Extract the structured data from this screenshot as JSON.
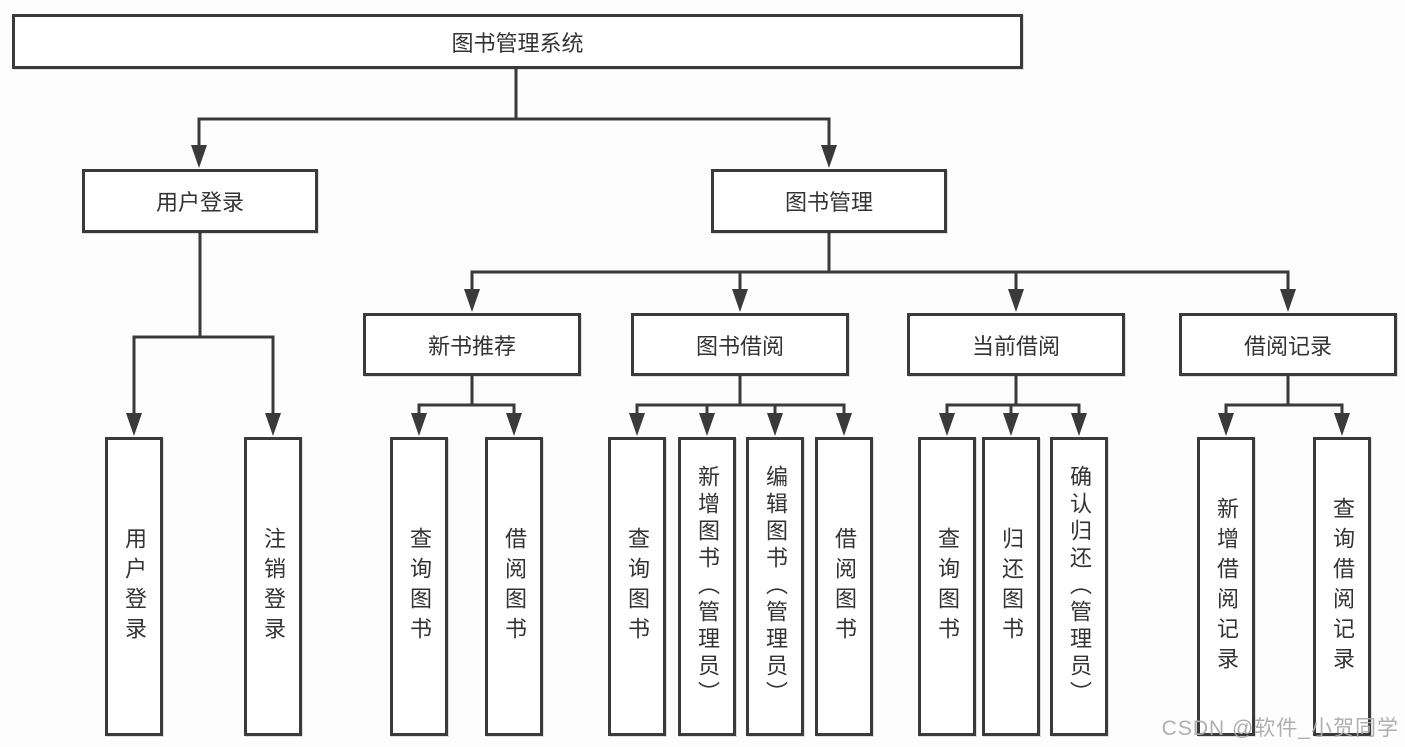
{
  "diagram": {
    "root_label": "图书管理系统",
    "level2": [
      {
        "label": "用户登录"
      },
      {
        "label": "图书管理"
      }
    ],
    "level3": [
      {
        "label": "新书推荐"
      },
      {
        "label": "图书借阅"
      },
      {
        "label": "当前借阅"
      },
      {
        "label": "借阅记录"
      }
    ],
    "leaves": {
      "user_login": [
        "用户登录",
        "注销登录"
      ],
      "new_books": [
        "查询图书",
        "借阅图书"
      ],
      "book_borrowing": [
        "查询图书",
        "新增图书（管理员）",
        "编辑图书（管理员）",
        "借阅图书"
      ],
      "current_borrowing": [
        "查询图书",
        "归还图书",
        "确认归还（管理员）"
      ],
      "borrowing_records": [
        "新增借阅记录",
        "查询借阅记录"
      ]
    }
  },
  "watermark": {
    "text": "CSDN @软件_小贺同学"
  },
  "colors": {
    "line": "#3a3a3a",
    "text": "#333333",
    "box_background": "#ffffff",
    "page_background": "#fdfdfd",
    "watermark": "#ababab"
  }
}
